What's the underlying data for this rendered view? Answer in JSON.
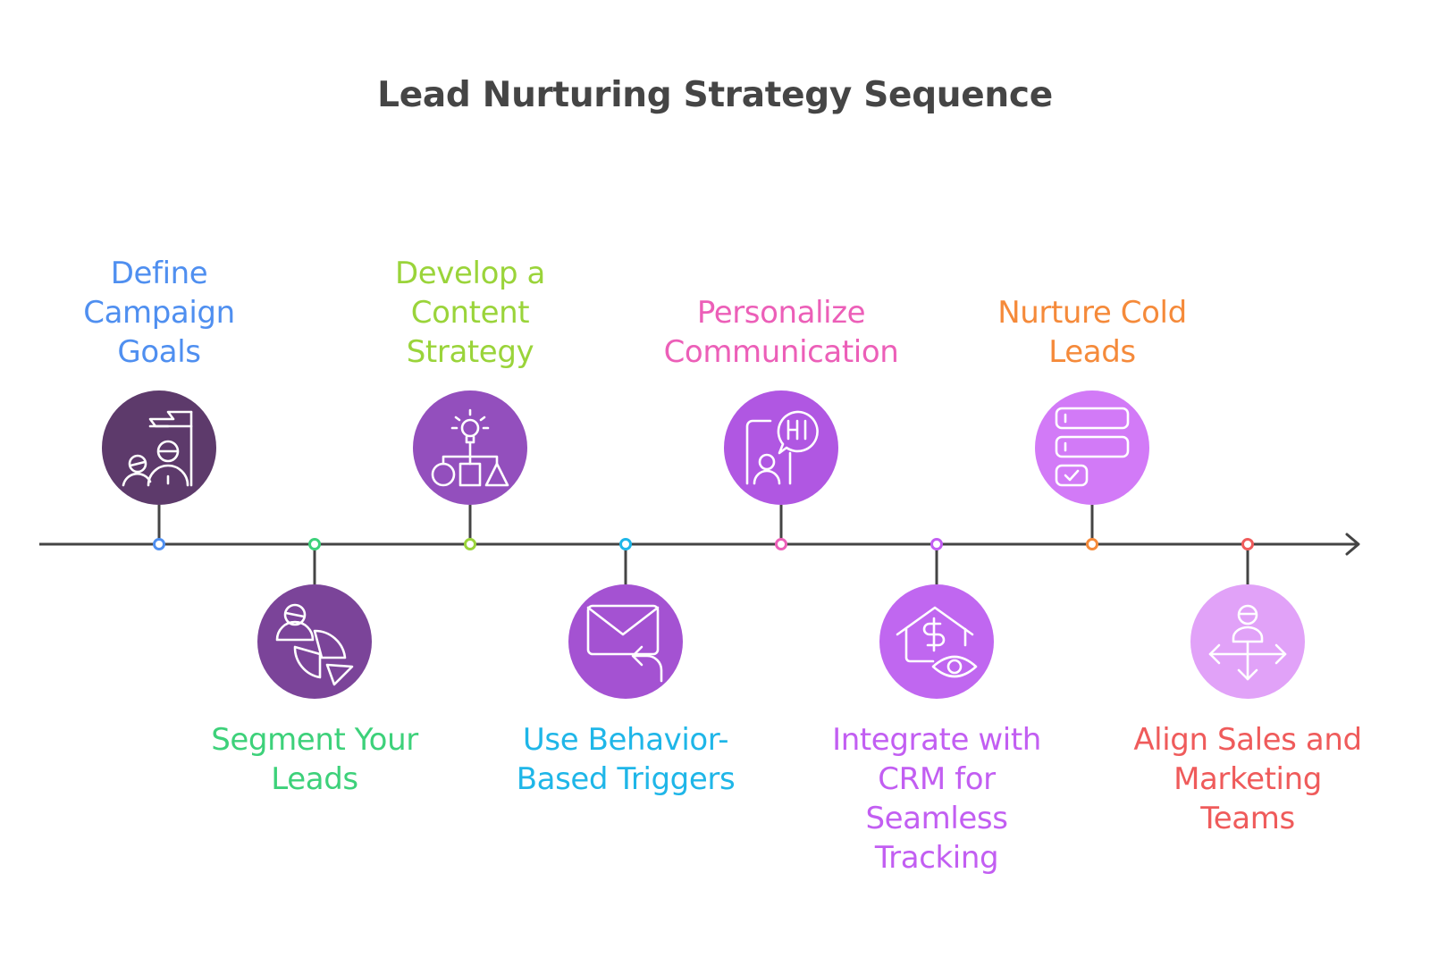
{
  "title": "Lead Nurturing Strategy Sequence",
  "steps": [
    {
      "label": "Define Campaign Goals",
      "lines": [
        "Define",
        "Campaign",
        "Goals"
      ],
      "icon": "flag-people-icon",
      "circle_color": "#5d3a6b",
      "text_color": "#4f8ff0",
      "dot_color": "#4f8ff0"
    },
    {
      "label": "Segment Your Leads",
      "lines": [
        "Segment Your",
        "Leads"
      ],
      "icon": "segment-pie-icon",
      "circle_color": "#7b4499",
      "text_color": "#3dd17a",
      "dot_color": "#3dd17a"
    },
    {
      "label": "Develop a Content Strategy",
      "lines": [
        "Develop a",
        "Content",
        "Strategy"
      ],
      "icon": "idea-shapes-icon",
      "circle_color": "#934fbd",
      "text_color": "#9ad43a",
      "dot_color": "#9ad43a"
    },
    {
      "label": "Use Behavior-Based Triggers",
      "lines": [
        "Use Behavior-",
        "Based Triggers"
      ],
      "icon": "mail-reply-icon",
      "circle_color": "#a452d2",
      "text_color": "#1fb6e8",
      "dot_color": "#1fb6e8"
    },
    {
      "label": "Personalize Communication",
      "lines": [
        "Personalize",
        "Communication"
      ],
      "icon": "phone-hi-icon",
      "circle_color": "#b057e2",
      "text_color": "#ec5fb8",
      "dot_color": "#ec5fb8"
    },
    {
      "label": "Integrate with CRM for Seamless Tracking",
      "lines": [
        "Integrate with",
        "CRM for",
        "Seamless",
        "Tracking"
      ],
      "icon": "house-dollar-eye-icon",
      "circle_color": "#c067f0",
      "text_color": "#c25ef2",
      "dot_color": "#c25ef2"
    },
    {
      "label": "Nurture Cold Leads",
      "lines": [
        "Nurture Cold",
        "Leads"
      ],
      "icon": "list-check-icon",
      "circle_color": "#d27af7",
      "text_color": "#f58a3a",
      "dot_color": "#f58a3a"
    },
    {
      "label": "Align Sales and Marketing Teams",
      "lines": [
        "Align Sales and",
        "Marketing",
        "Teams"
      ],
      "icon": "person-arrows-icon",
      "circle_color": "#e1a2f8",
      "text_color": "#ef5b5b",
      "dot_color": "#ef5b5b"
    }
  ],
  "timeline_color": "#444444"
}
